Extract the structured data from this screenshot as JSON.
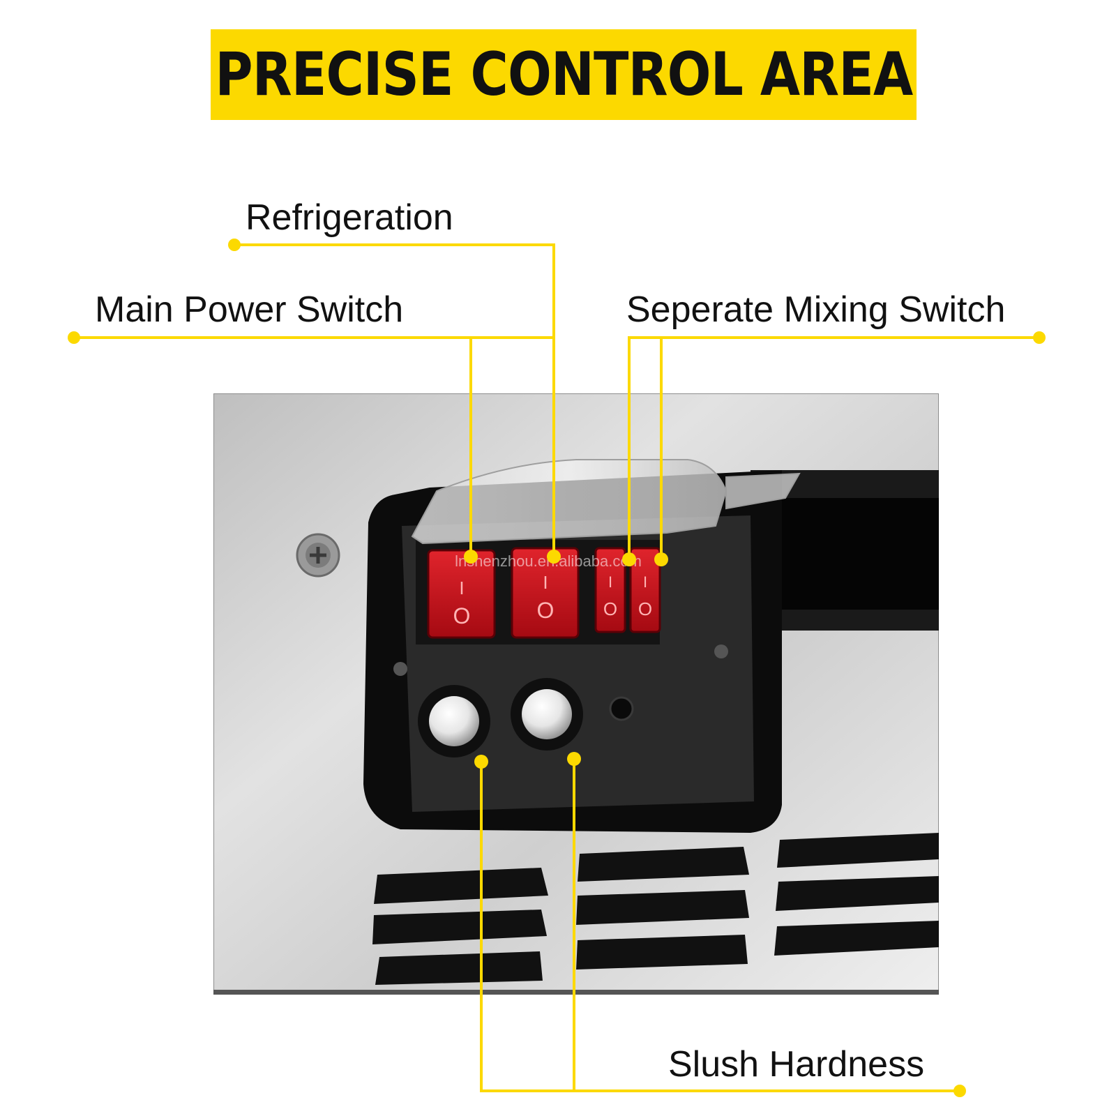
{
  "title": "PRECISE CONTROL AREA",
  "labels": {
    "refrigeration": "Refrigeration",
    "main_power_switch": "Main Power Switch",
    "seperate_mixing_switch": "Seperate Mixing Switch",
    "slush_hardness": "Slush Hardness"
  },
  "switch_marks": {
    "on": "I",
    "off": "O"
  },
  "watermark": "lnshenzhou.en.alibaba.com",
  "colors": {
    "accent_yellow": "#fcd900",
    "switch_red": "#c8101a",
    "panel_black": "#111111",
    "steel": "#c9c9c9"
  }
}
